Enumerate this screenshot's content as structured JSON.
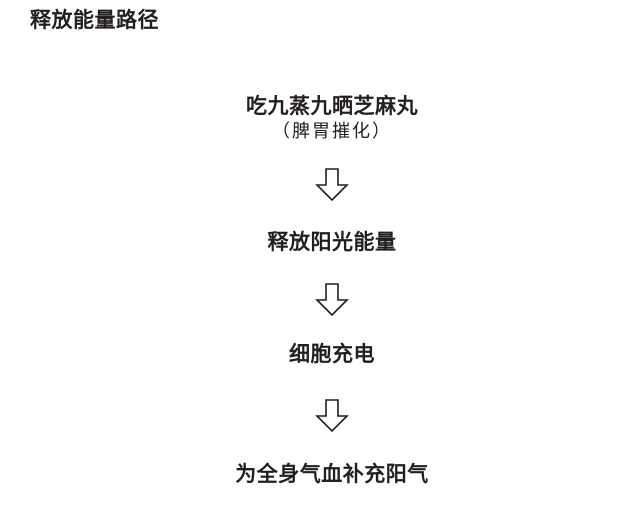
{
  "title": "释放能量路径",
  "steps": [
    {
      "label": "吃九蒸九晒芝麻丸",
      "sub": "（脾胃摧化）"
    },
    {
      "label": "释放阳光能量"
    },
    {
      "label": "细胞充电"
    },
    {
      "label": "为全身气血补充阳气"
    }
  ],
  "colors": {
    "text": "#231f20",
    "arrow": "#231f20",
    "background": "#ffffff"
  },
  "icons": [
    "down-arrow-icon",
    "down-arrow-icon",
    "down-arrow-icon"
  ]
}
